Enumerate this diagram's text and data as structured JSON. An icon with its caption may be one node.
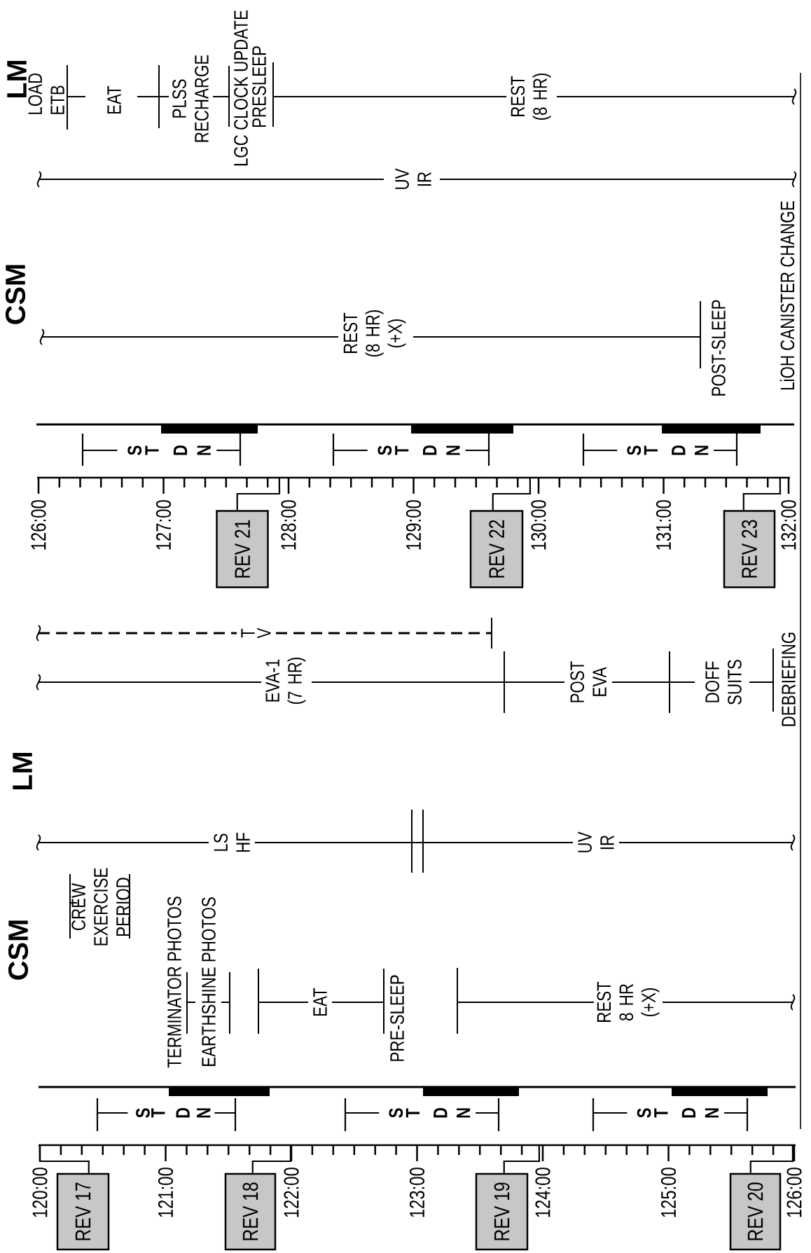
{
  "diagram": {
    "nodes": [
      {
        "text": [
          "REV 17"
        ]
      },
      {
        "text": [
          "REV 18"
        ]
      },
      {
        "text": [
          "REV 19"
        ]
      },
      {
        "text": [
          "REV 20"
        ]
      },
      {
        "text": [
          "REV 21"
        ]
      },
      {
        "text": [
          "REV 22"
        ]
      },
      {
        "text": [
          "REV 23"
        ]
      },
      {
        "text": [],
        "shape": "bar"
      },
      {
        "text": [],
        "shape": "bar"
      }
    ],
    "edges": [
      {
        "from": 0,
        "to": 8,
        "arrow": "none"
      },
      {
        "from": 1,
        "to": 8,
        "arrow": "none"
      },
      {
        "from": 2,
        "to": 8,
        "arrow": "none"
      },
      {
        "from": 3,
        "to": 8,
        "arrow": "none"
      },
      {
        "from": 4,
        "to": 7,
        "arrow": "none"
      },
      {
        "from": 5,
        "to": 7,
        "arrow": "none"
      },
      {
        "from": 6,
        "to": 7,
        "arrow": "none"
      }
    ],
    "labels": [
      "CSM",
      "CREW EXERCISE PERIOD",
      "TERMINATOR PHOTOS",
      "EARTHSHINE PHOTOS",
      "EAT",
      "PRE-SLEEP",
      "REST 8 HR (+X)",
      "LS HF",
      "UV IR",
      "LM",
      "T",
      "V",
      "EVA-1 (7 HR)",
      "POST EVA",
      "DOFF SUITS",
      "DEBRIEFING",
      "S",
      "T",
      "D",
      "N",
      "S",
      "T",
      "D",
      "N",
      "S",
      "T",
      "D",
      "N",
      "120:00",
      "121:00",
      "122:00",
      "123:00",
      "124:00",
      "125:00",
      "126:00",
      "LM",
      "LOAD ETB",
      "EAT",
      "PLSS RECHARGE",
      "LGC CLOCK UPDATE",
      "PRESLEEP",
      "REST (8 HR)",
      "UV IR",
      "CSM",
      "REST (8 HR) (+X)",
      "POST-SLEEP",
      "LiOH CANISTER CHANGE",
      "S",
      "T",
      "D",
      "N",
      "S",
      "T",
      "D",
      "N",
      "S",
      "T",
      "D",
      "N",
      "126:00",
      "127:00",
      "128:00",
      "129:00",
      "130:00",
      "131:00",
      "132:00"
    ]
  }
}
